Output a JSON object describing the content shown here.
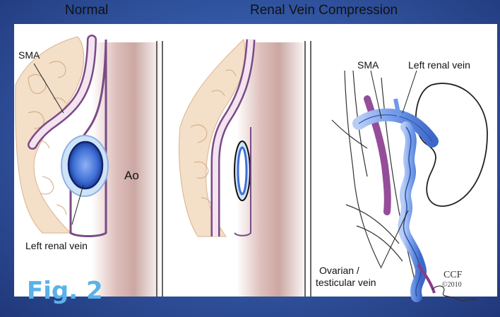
{
  "titles": {
    "normal": "Normal",
    "compression": "Renal Vein Compression"
  },
  "labels": {
    "sma_left": "SMA",
    "aorta": "Ao",
    "left_renal_vein_left": "Left renal vein",
    "sma_right": "SMA",
    "left_renal_vein_right": "Left renal vein",
    "ovarian_line1": "Ovarian /",
    "ovarian_line2": "testicular vein"
  },
  "credit": {
    "org": "CCF",
    "year": "©2010"
  },
  "caption": "Fig. 2",
  "colors": {
    "slide_background": "#2f4f95",
    "caption": "#5ab2e8",
    "vein_blue": "#3f6fd6",
    "aorta_shade": "#c9a29e",
    "fat_tissue": "#f4dfc8",
    "sma_purple": "#8a3a8f"
  }
}
